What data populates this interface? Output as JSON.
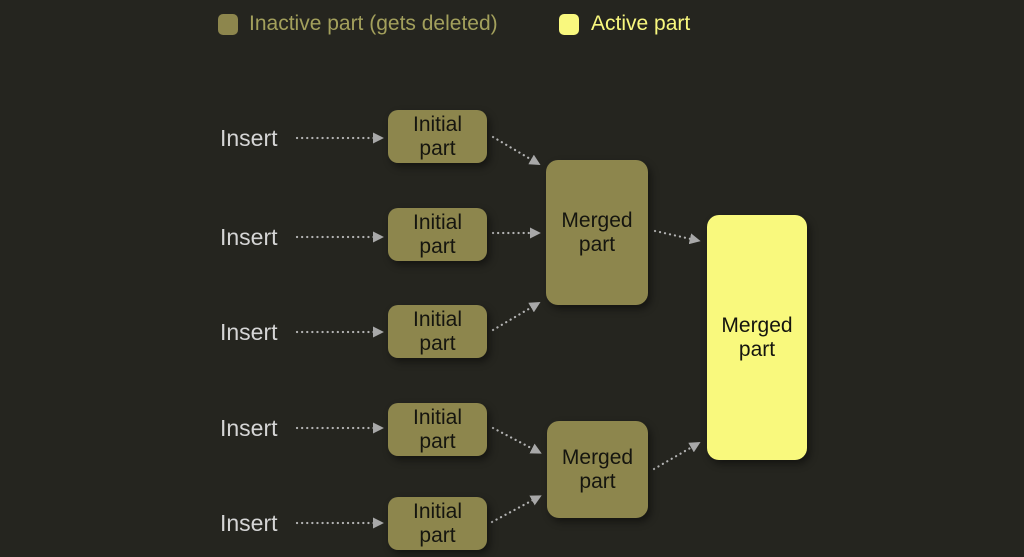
{
  "legend": {
    "items": [
      {
        "label": "Inactive part (gets deleted)",
        "swatch_color": "#8d864d",
        "text_color": "#a3a05c"
      },
      {
        "label": "Active part",
        "swatch_color": "#f9f87e",
        "text_color": "#f9f87e"
      }
    ]
  },
  "rows": [
    {
      "insert_label": "Insert",
      "node_label": "Initial part"
    },
    {
      "insert_label": "Insert",
      "node_label": "Initial part"
    },
    {
      "insert_label": "Insert",
      "node_label": "Initial part"
    },
    {
      "insert_label": "Insert",
      "node_label": "Initial part"
    },
    {
      "insert_label": "Insert",
      "node_label": "Initial part"
    }
  ],
  "merged_nodes": [
    {
      "label": "Merged part",
      "state": "inactive"
    },
    {
      "label": "Merged part",
      "state": "inactive"
    },
    {
      "label": "Merged part",
      "state": "active"
    }
  ],
  "colors": {
    "background": "#25251f",
    "inactive_fill": "#8d864d",
    "active_fill": "#f9f97d",
    "node_text": "#15150f",
    "insert_text": "#d5d5d5",
    "arrow": "#b3b3b3"
  }
}
